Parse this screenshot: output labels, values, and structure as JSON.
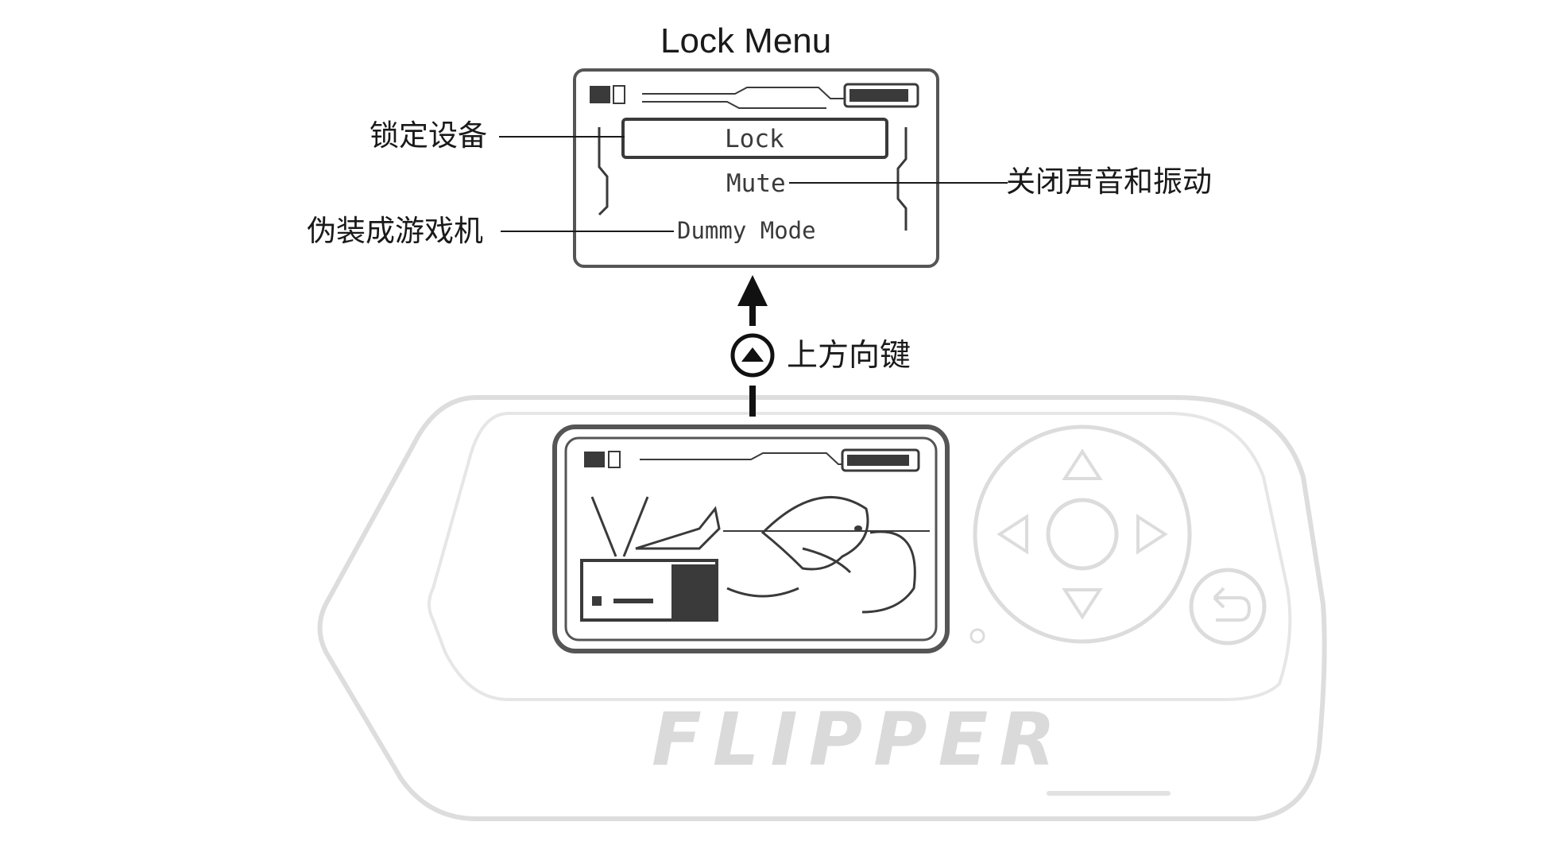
{
  "title": "Lock Menu",
  "menu": {
    "items": [
      {
        "label": "Lock",
        "selected": true
      },
      {
        "label": "Mute",
        "selected": false
      },
      {
        "label": "Dummy Mode",
        "selected": false
      }
    ]
  },
  "callouts": {
    "lock": "锁定设备",
    "mute": "关闭声音和振动",
    "dummy": "伪装成游戏机",
    "up_key": "上方向键"
  },
  "device": {
    "brand": "FLIPPER",
    "screen_art": "dolphin-watching-tv-icon"
  },
  "colors": {
    "ink": "#1a1a1a",
    "device_outline": "#d9d9d9",
    "screen_border": "#5a5a5a"
  }
}
